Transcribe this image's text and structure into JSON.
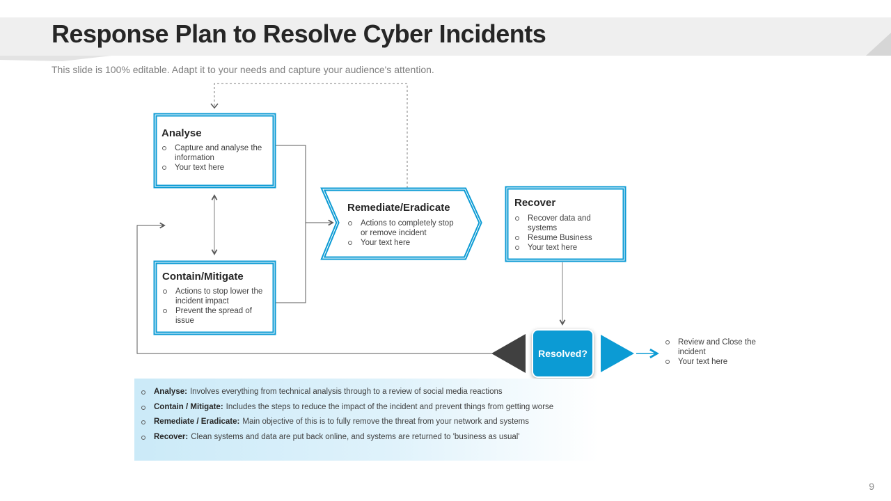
{
  "slide": {
    "title": "Response Plan to Resolve Cyber Incidents",
    "subtitle": "This slide is 100% editable. Adapt it to your needs and capture your audience's attention.",
    "page_number": "9"
  },
  "colors": {
    "accent": "#0c9bd4",
    "dark_triangle": "#404040",
    "connector": "#595959",
    "arrow_gray": "#7f7f7f"
  },
  "steps": {
    "analyse": {
      "title": "Analyse",
      "points": [
        "Capture and analyse the information",
        "Your text here"
      ]
    },
    "contain": {
      "title": "Contain/Mitigate",
      "points": [
        "Actions to stop lower the incident impact",
        "Prevent the spread of issue"
      ]
    },
    "remediate": {
      "title": "Remediate/Eradicate",
      "points": [
        "Actions to completely stop or remove incident",
        "Your text here"
      ]
    },
    "recover": {
      "title": "Recover",
      "points": [
        "Recover data and systems",
        "Resume Business",
        "Your text here"
      ]
    }
  },
  "decision": {
    "label": "Resolved?",
    "outcome_points": [
      "Review and Close the incident",
      "Your text here"
    ]
  },
  "legend": {
    "items": [
      {
        "term": "Analyse:",
        "text": "Involves everything from technical analysis through to a review of social media reactions"
      },
      {
        "term": "Contain / Mitigate:",
        "text": "Includes the steps to reduce the impact of the incident and prevent things from getting worse"
      },
      {
        "term": "Remediate / Eradicate:",
        "text": "Main objective of this is to fully remove the threat from your network and systems"
      },
      {
        "term": "Recover:",
        "text": "Clean systems and data are put back online, and systems are returned to 'business as usual'"
      }
    ]
  }
}
